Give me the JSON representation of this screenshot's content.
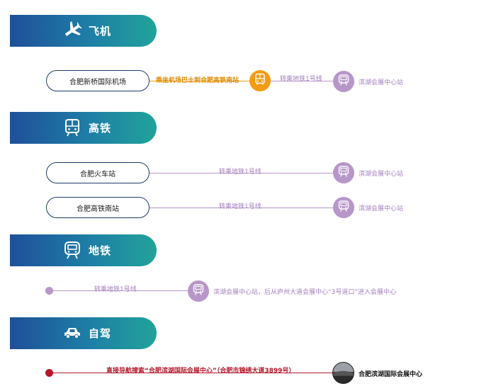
{
  "colors": {
    "banner_start": "#1f4f9a",
    "banner_end": "#21a39a",
    "metro_purple": "#b796c8",
    "orange": "#f39c12",
    "drive_red": "#b3172a",
    "pill_border": "#1c3a6b"
  },
  "sections": {
    "plane": {
      "label": "飞机",
      "icon": "airplane-icon"
    },
    "hsr": {
      "label": "高铁",
      "icon": "train-icon"
    },
    "metro": {
      "label": "地铁",
      "icon": "metro-icon"
    },
    "drive": {
      "label": "自驾",
      "icon": "car-icon"
    }
  },
  "plane_route": {
    "origin": "合肥新桥国际机场",
    "step1": "乘坐机场巴士到合肥高铁南站",
    "step2": "转乘地铁1号线",
    "destination": "滨湖会展中心站"
  },
  "hsr_routes": [
    {
      "origin": "合肥火车站",
      "step": "转乘地铁1号线",
      "destination": "滨湖会展中心站"
    },
    {
      "origin": "合肥高铁南站",
      "step": "转乘地铁1号线",
      "destination": "滨湖会展中心站"
    }
  ],
  "metro_route": {
    "step": "转乘地铁1号线",
    "destination": "滨湖会展中心站，后从庐州大道会展中心“3号道口”进入会展中心"
  },
  "drive_route": {
    "step": "直接导航搜索“合肥滨湖国际会展中心”（合肥市锦绣大道3899号）",
    "destination": "合肥滨湖国际会展中心"
  }
}
